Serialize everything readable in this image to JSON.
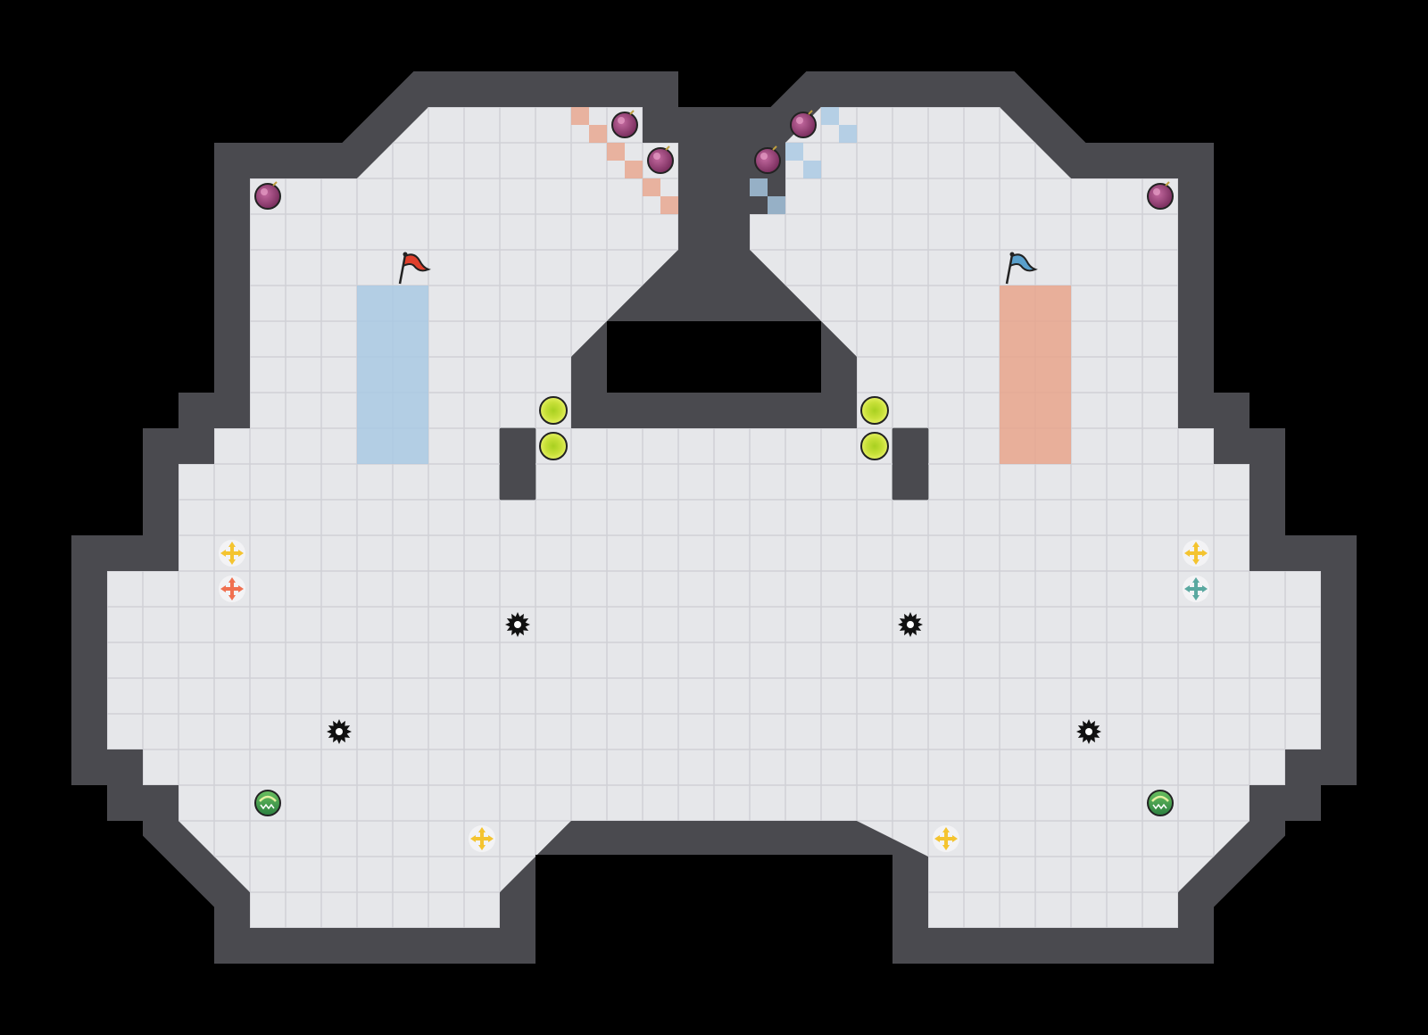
{
  "game": {
    "title": "",
    "teams": [
      {
        "name": "red",
        "flag_color": "#e0402c",
        "tint": "#e8a58c"
      },
      {
        "name": "blue",
        "flag_color": "#5aa0cc",
        "tint": "#a9c9e3"
      }
    ]
  },
  "colors": {
    "background": "#000000",
    "wall": "#4a4a4f",
    "wall_outline": "#2a2a2e",
    "floor": "#e6e7ea",
    "floor_grid": "#d0d1d6",
    "bomb": "#9a4a7a",
    "booster": "#c8e038",
    "powerup_yellow": "#f4c430",
    "powerup_red": "#f07050",
    "powerup_teal": "#5aa8a0",
    "spike": "#111111",
    "portal_green": "#3aa048"
  },
  "tile_types": {
    "wall": "wall",
    "floor": "floor",
    "red_zone": "red-zone",
    "blue_zone": "blue-zone"
  },
  "icons": {
    "bomb": "bomb-icon",
    "flag_red": "red-flag-icon",
    "flag_blue": "blue-flag-icon",
    "booster": "speed-boost-icon",
    "powerup": "powerup-icon",
    "spike": "spike-icon",
    "portal": "portal-icon"
  }
}
